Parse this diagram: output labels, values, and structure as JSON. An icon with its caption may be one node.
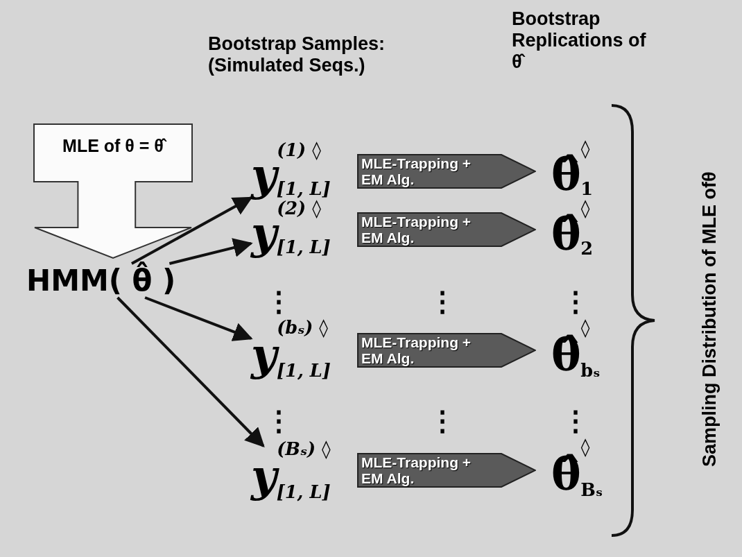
{
  "diagram": {
    "nodes": [
      {
        "text": [
          "MLE of θ = θ̂"
        ]
      },
      {
        "text": [
          "HMM( θ̂ )"
        ]
      },
      {
        "text": [
          "y$^{(1) ◊}$$_{[1, L]}$"
        ]
      },
      {
        "text": [
          "y$^{(2) ◊}$$_{[1, L]}$"
        ]
      },
      {
        "text": [
          "y$^{(bₛ) ◊}$$_{[1, L]}$"
        ]
      },
      {
        "text": [
          "y$^{(Bₛ) ◊}$$_{[1, L]}$"
        ]
      },
      {
        "text": [
          "MLE-Trapping + EM Alg."
        ]
      },
      {
        "text": [
          "MLE-Trapping + EM Alg."
        ]
      },
      {
        "text": [
          "MLE-Trapping + EM Alg."
        ]
      },
      {
        "text": [
          "MLE-Trapping + EM Alg."
        ]
      },
      {
        "text": [
          "θ̂$^{◊}$$_{1}$"
        ]
      },
      {
        "text": [
          "θ̂$^{◊}$$_{2}$"
        ]
      },
      {
        "text": [
          "θ̂$^{◊}$$_{bₛ}$"
        ]
      },
      {
        "text": [
          "θ̂$^{◊}$$_{Bₛ}$"
        ]
      }
    ],
    "edges": [
      {
        "from": 1,
        "to": 2,
        "arrow": "to"
      },
      {
        "from": 1,
        "to": 3,
        "arrow": "to"
      },
      {
        "from": 1,
        "to": 4,
        "arrow": "to"
      },
      {
        "from": 1,
        "to": 5,
        "arrow": "to"
      }
    ],
    "labels": [
      "Bootstrap Samples: (Simulated Seqs.)",
      "Bootstrap Replications of θ̂",
      "Sampling Distribution of  MLE ofθ",
      "⋮",
      "⋮",
      "⋮",
      "⋮",
      "⋮",
      "⋮"
    ]
  }
}
